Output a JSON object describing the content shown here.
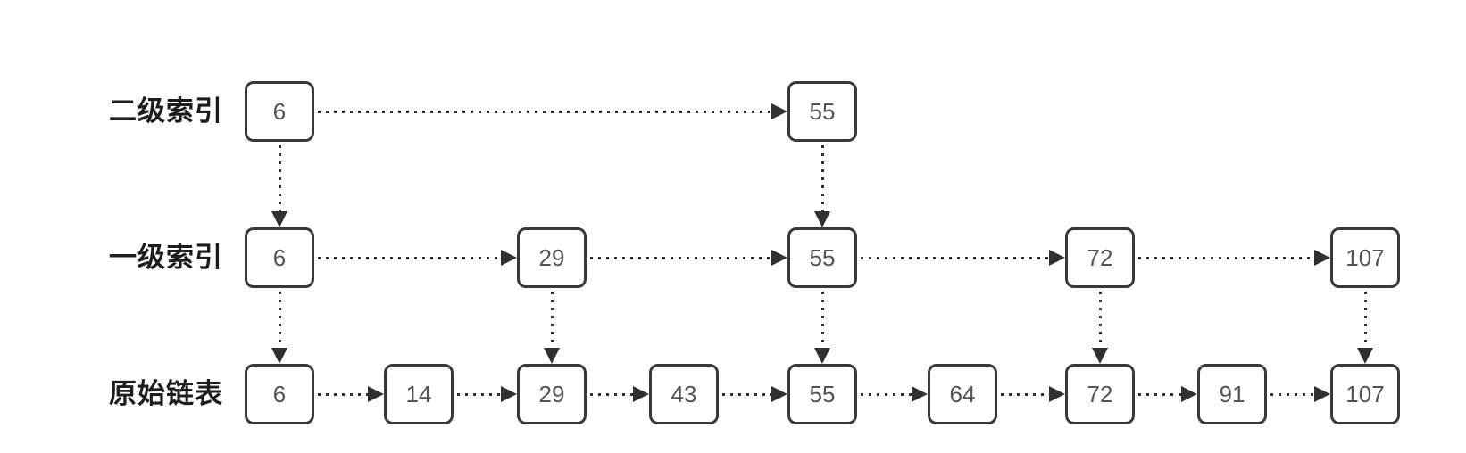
{
  "diagram": {
    "type": "skip-list",
    "levels": [
      {
        "id": "second-level-index",
        "label": "二级索引",
        "nodes": [
          {
            "value": "6",
            "col": 0
          },
          {
            "value": "55",
            "col": 4
          }
        ]
      },
      {
        "id": "first-level-index",
        "label": "一级索引",
        "nodes": [
          {
            "value": "6",
            "col": 0
          },
          {
            "value": "29",
            "col": 2
          },
          {
            "value": "55",
            "col": 4
          },
          {
            "value": "72",
            "col": 6
          },
          {
            "value": "107",
            "col": 8
          }
        ]
      },
      {
        "id": "original-linked-list",
        "label": "原始链表",
        "nodes": [
          {
            "value": "6",
            "col": 0
          },
          {
            "value": "14",
            "col": 1
          },
          {
            "value": "29",
            "col": 2
          },
          {
            "value": "43",
            "col": 3
          },
          {
            "value": "55",
            "col": 4
          },
          {
            "value": "64",
            "col": 5
          },
          {
            "value": "72",
            "col": 6
          },
          {
            "value": "91",
            "col": 7
          },
          {
            "value": "107",
            "col": 8
          }
        ]
      }
    ],
    "horizontal_links": [
      {
        "level": 0,
        "from_col": 0,
        "to_col": 4
      },
      {
        "level": 1,
        "from_col": 0,
        "to_col": 2
      },
      {
        "level": 1,
        "from_col": 2,
        "to_col": 4
      },
      {
        "level": 1,
        "from_col": 4,
        "to_col": 6
      },
      {
        "level": 1,
        "from_col": 6,
        "to_col": 8
      },
      {
        "level": 2,
        "from_col": 0,
        "to_col": 1
      },
      {
        "level": 2,
        "from_col": 1,
        "to_col": 2
      },
      {
        "level": 2,
        "from_col": 2,
        "to_col": 3
      },
      {
        "level": 2,
        "from_col": 3,
        "to_col": 4
      },
      {
        "level": 2,
        "from_col": 4,
        "to_col": 5
      },
      {
        "level": 2,
        "from_col": 5,
        "to_col": 6
      },
      {
        "level": 2,
        "from_col": 6,
        "to_col": 7
      },
      {
        "level": 2,
        "from_col": 7,
        "to_col": 8
      }
    ],
    "vertical_links": [
      {
        "from_level": 0,
        "to_level": 1,
        "col": 0
      },
      {
        "from_level": 0,
        "to_level": 1,
        "col": 4
      },
      {
        "from_level": 1,
        "to_level": 2,
        "col": 0
      },
      {
        "from_level": 1,
        "to_level": 2,
        "col": 2
      },
      {
        "from_level": 1,
        "to_level": 2,
        "col": 4
      },
      {
        "from_level": 1,
        "to_level": 2,
        "col": 6
      },
      {
        "from_level": 1,
        "to_level": 2,
        "col": 8
      }
    ],
    "colors": {
      "background": "#ffffff",
      "box_border": "#393939",
      "box_fill": "#ffffff",
      "node_text": "#545454",
      "label_text": "#1d1d1d",
      "arrow": "#303030"
    }
  }
}
